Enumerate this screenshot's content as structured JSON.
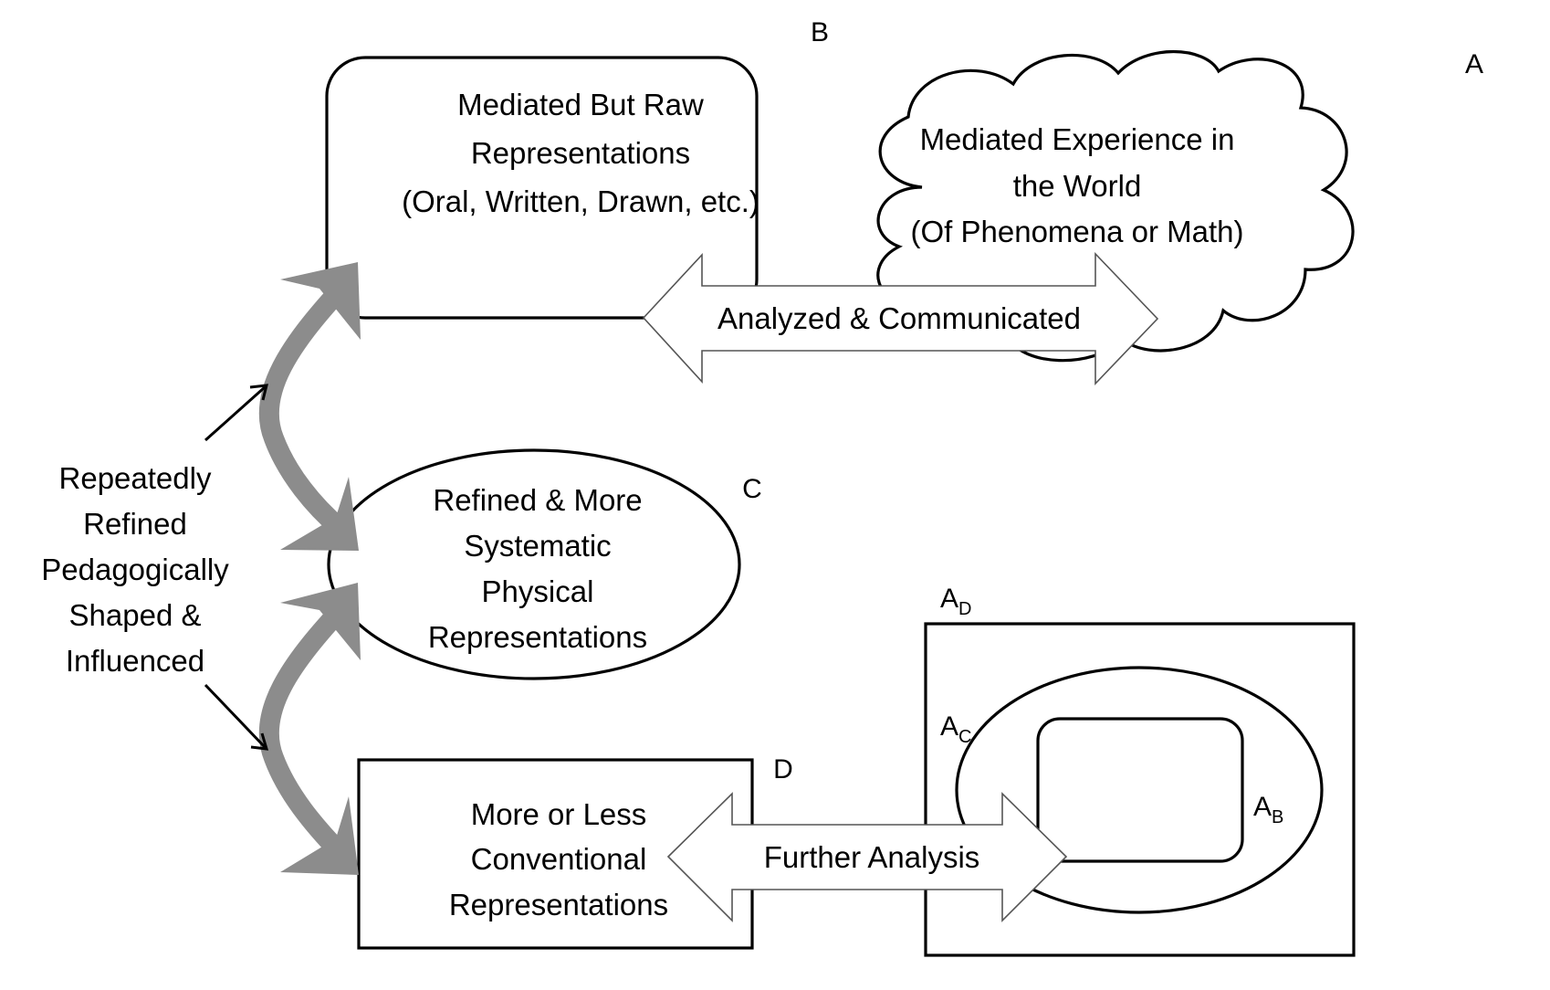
{
  "diagram": {
    "node_a": {
      "tag": "A",
      "shape": "cloud",
      "lines": [
        "Mediated Experience in",
        "the World",
        "(Of Phenomena or Math)"
      ]
    },
    "node_b": {
      "tag": "B",
      "shape": "rounded-rectangle",
      "lines": [
        "Mediated But Raw",
        "Representations",
        "(Oral, Written, Drawn, etc.)"
      ]
    },
    "node_c": {
      "tag": "C",
      "shape": "ellipse",
      "lines": [
        "Refined & More",
        "Systematic",
        "Physical",
        "Representations"
      ]
    },
    "node_d": {
      "tag": "D",
      "shape": "rectangle",
      "lines": [
        "More or Less",
        "Conventional",
        "Representations"
      ]
    },
    "side_label": {
      "lines": [
        "Repeatedly",
        "Refined",
        "Pedagogically",
        "Shaped &",
        "Influenced"
      ]
    },
    "arrow_top": {
      "label": "Analyzed & Communicated",
      "direction": "bidirectional",
      "connects": [
        "B",
        "A"
      ]
    },
    "arrow_bottom": {
      "label": "Further Analysis",
      "direction": "bidirectional",
      "connects": [
        "D",
        "A_D"
      ]
    },
    "nested": {
      "outer": {
        "base": "A",
        "sub": "D",
        "shape": "rectangle"
      },
      "middle": {
        "base": "A",
        "sub": "C",
        "shape": "ellipse"
      },
      "inner": {
        "base": "A",
        "sub": "B",
        "shape": "rounded-rectangle"
      }
    },
    "colors": {
      "stroke": "#000000",
      "gray_arrow": "#8c8c8c",
      "background": "#ffffff"
    }
  }
}
